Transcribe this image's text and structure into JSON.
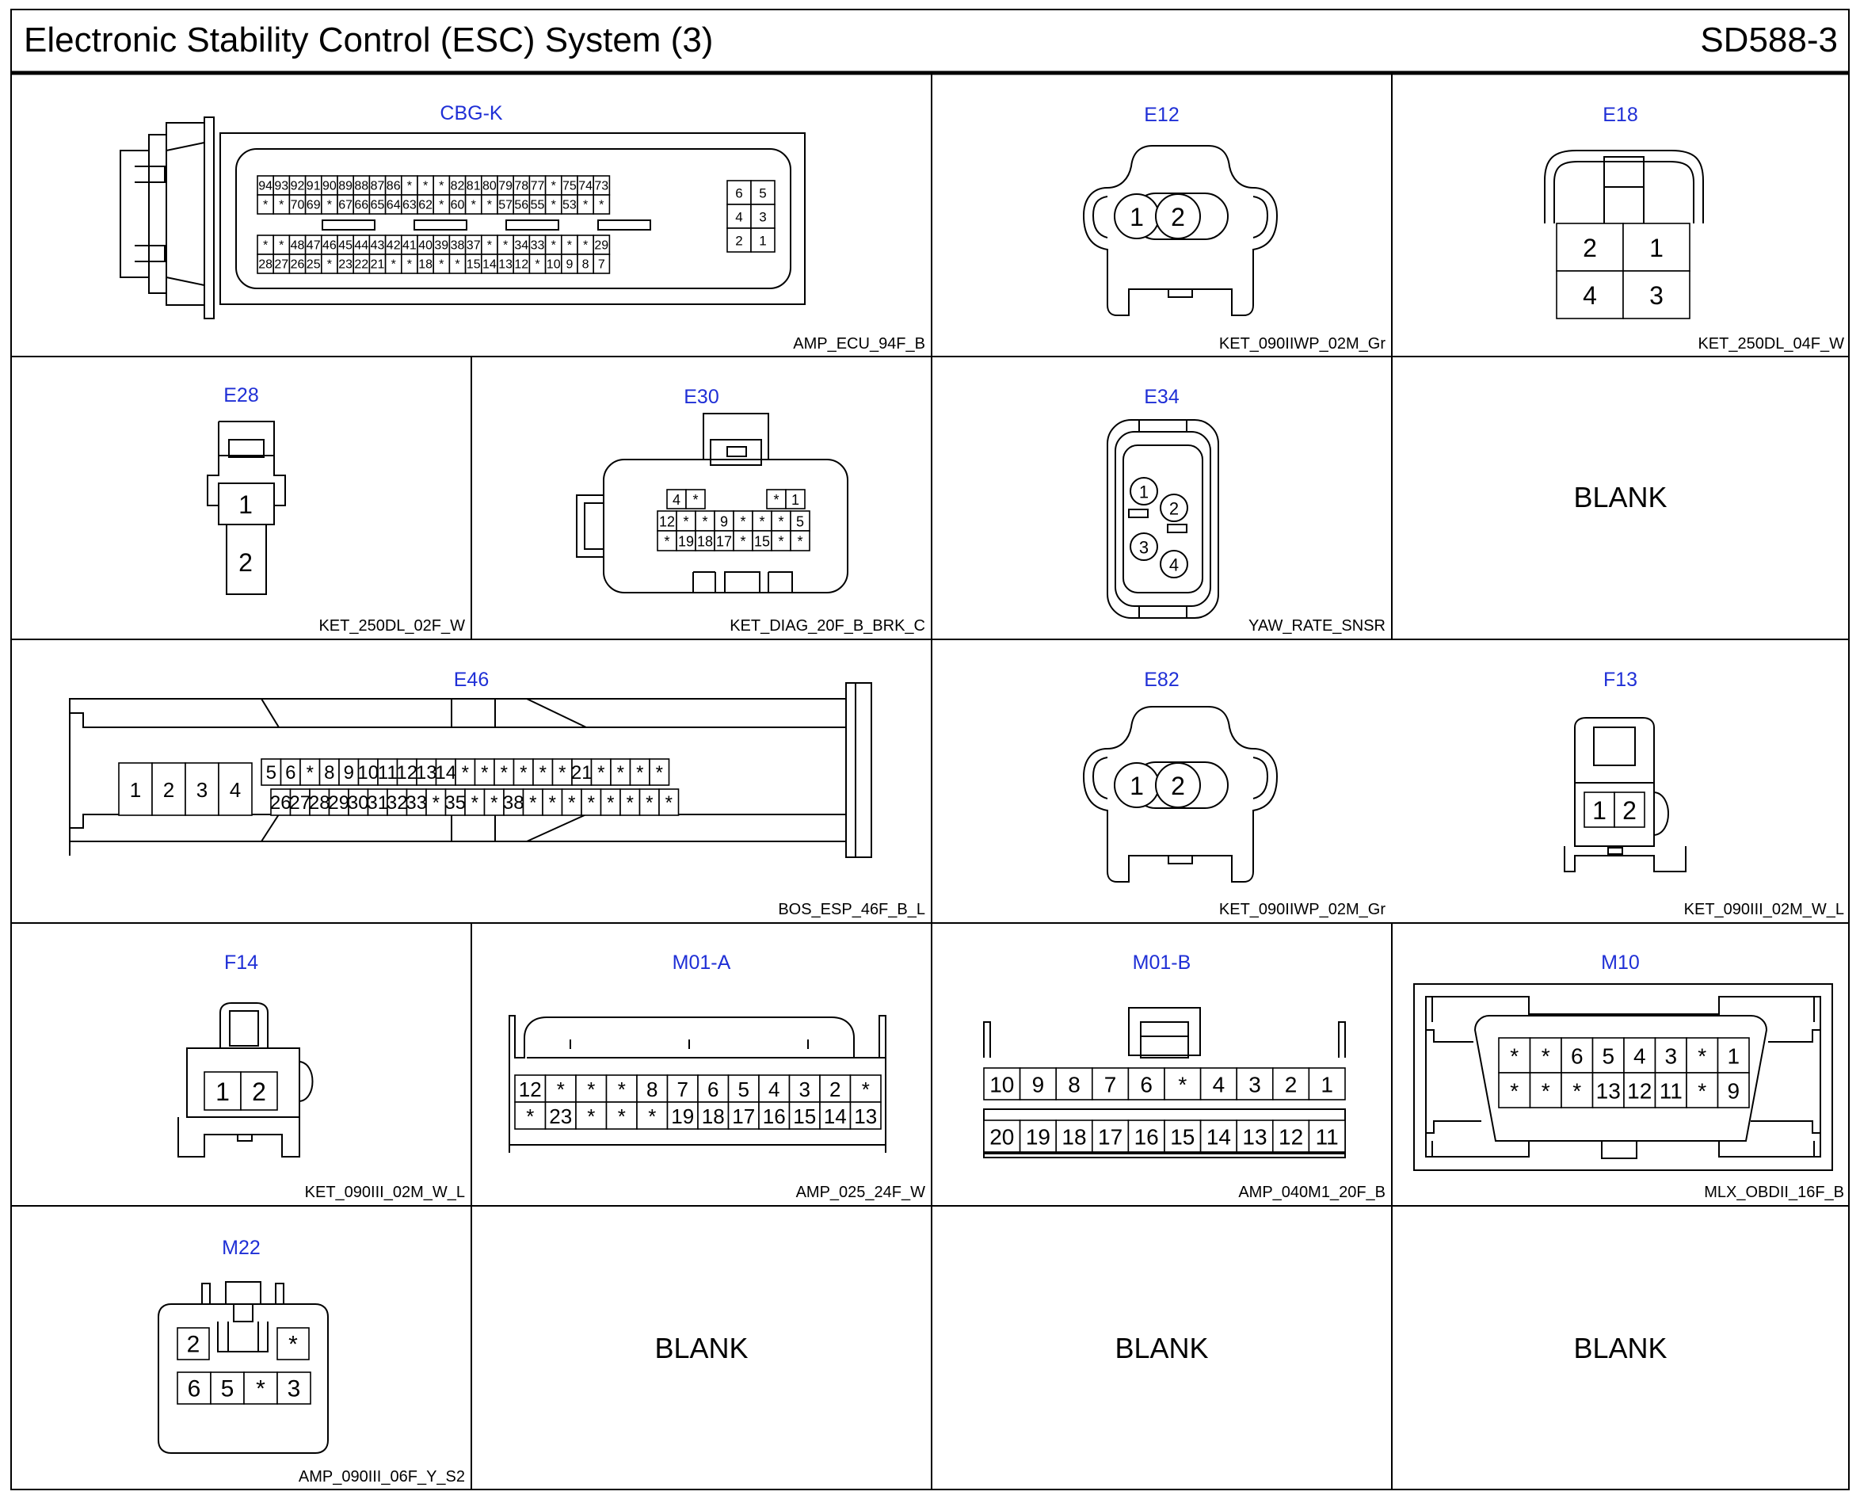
{
  "header": {
    "title": "Electronic Stability Control (ESC) System (3)",
    "code": "SD588-3"
  },
  "blank_label": "BLANK",
  "cells": [
    {
      "id": "cbgk",
      "name": "CBG-K",
      "part": "AMP_ECU_94F_B",
      "grid_a": [
        [
          "94",
          "93",
          "92",
          "91",
          "90",
          "89",
          "88",
          "87",
          "86",
          "*",
          "*",
          "*",
          "82",
          "81",
          "80",
          "79",
          "78",
          "77",
          "*",
          "75",
          "74",
          "73"
        ],
        [
          "*",
          "*",
          "70",
          "69",
          "*",
          "67",
          "66",
          "65",
          "64",
          "63",
          "62",
          "*",
          "60",
          "*",
          "*",
          "57",
          "56",
          "55",
          "*",
          "53",
          "*",
          "*"
        ]
      ],
      "grid_b": [
        [
          "*",
          "*",
          "48",
          "47",
          "46",
          "45",
          "44",
          "43",
          "42",
          "41",
          "40",
          "39",
          "38",
          "37",
          "*",
          "*",
          "34",
          "33",
          "*",
          "*",
          "*",
          "29"
        ],
        [
          "28",
          "27",
          "26",
          "25",
          "*",
          "23",
          "22",
          "21",
          "*",
          "*",
          "18",
          "*",
          "*",
          "15",
          "14",
          "13",
          "12",
          "*",
          "10",
          "9",
          "8",
          "7"
        ]
      ],
      "grid_c": [
        [
          "6",
          "5"
        ],
        [
          "4",
          "3"
        ],
        [
          "2",
          "1"
        ]
      ]
    },
    {
      "id": "e12",
      "name": "E12",
      "part": "KET_090IIWP_02M_Gr",
      "pins": [
        "1",
        "2"
      ]
    },
    {
      "id": "e18",
      "name": "E18",
      "part": "KET_250DL_04F_W",
      "grid": [
        [
          "2",
          "1"
        ],
        [
          "4",
          "3"
        ]
      ]
    },
    {
      "id": "e28",
      "name": "E28",
      "part": "KET_250DL_02F_W",
      "pins": [
        "1",
        "2"
      ]
    },
    {
      "id": "e30",
      "name": "E30",
      "part": "KET_DIAG_20F_B_BRK_C",
      "top_left": [
        "4",
        "*"
      ],
      "top_right": [
        "*",
        "1"
      ],
      "grid": [
        [
          "12",
          "*",
          "*",
          "9",
          "*",
          "*",
          "*",
          "5"
        ],
        [
          "*",
          "19",
          "18",
          "17",
          "*",
          "15",
          "*",
          "*"
        ]
      ]
    },
    {
      "id": "e34",
      "name": "E34",
      "part": "YAW_RATE_SNSR",
      "pins": [
        "1",
        "2",
        "3",
        "4"
      ]
    },
    {
      "id": "e46",
      "name": "E46",
      "part": "BOS_ESP_46F_B_L",
      "block_left": [
        "1",
        "2",
        "3",
        "4"
      ],
      "row_top": [
        "5",
        "6",
        "*",
        "8",
        "9",
        "10",
        "11",
        "12",
        "13",
        "14",
        "*",
        "*",
        "*",
        "*",
        "*",
        "*",
        "21",
        "*",
        "*",
        "*",
        "*"
      ],
      "row_bottom": [
        "26",
        "27",
        "28",
        "29",
        "30",
        "31",
        "32",
        "33",
        "*",
        "35",
        "*",
        "*",
        "38",
        "*",
        "*",
        "*",
        "*",
        "*",
        "*",
        "*",
        "*"
      ]
    },
    {
      "id": "e82",
      "name": "E82",
      "part": "KET_090IIWP_02M_Gr",
      "pins": [
        "1",
        "2"
      ]
    },
    {
      "id": "f13",
      "name": "F13",
      "part": "KET_090III_02M_W_L",
      "pins": [
        "1",
        "2"
      ]
    },
    {
      "id": "f14",
      "name": "F14",
      "part": "KET_090III_02M_W_L",
      "pins": [
        "1",
        "2"
      ]
    },
    {
      "id": "m01a",
      "name": "M01-A",
      "part": "AMP_025_24F_W",
      "grid": [
        [
          "12",
          "*",
          "*",
          "*",
          "8",
          "7",
          "6",
          "5",
          "4",
          "3",
          "2",
          "*"
        ],
        [
          "*",
          "23",
          "*",
          "*",
          "*",
          "19",
          "18",
          "17",
          "16",
          "15",
          "14",
          "13"
        ]
      ]
    },
    {
      "id": "m01b",
      "name": "M01-B",
      "part": "AMP_040M1_20F_B",
      "grid": [
        [
          "10",
          "9",
          "8",
          "7",
          "6",
          "*",
          "4",
          "3",
          "2",
          "1"
        ],
        [
          "20",
          "19",
          "18",
          "17",
          "16",
          "15",
          "14",
          "13",
          "12",
          "11"
        ]
      ]
    },
    {
      "id": "m10",
      "name": "M10",
      "part": "MLX_OBDII_16F_B",
      "grid": [
        [
          "*",
          "*",
          "6",
          "5",
          "4",
          "3",
          "*",
          "1"
        ],
        [
          "*",
          "*",
          "*",
          "13",
          "12",
          "11",
          "*",
          "9"
        ]
      ]
    },
    {
      "id": "m22",
      "name": "M22",
      "part": "AMP_090III_06F_Y_S2",
      "top": [
        "2",
        "*"
      ],
      "bottom": [
        "6",
        "5",
        "*",
        "3"
      ]
    }
  ]
}
